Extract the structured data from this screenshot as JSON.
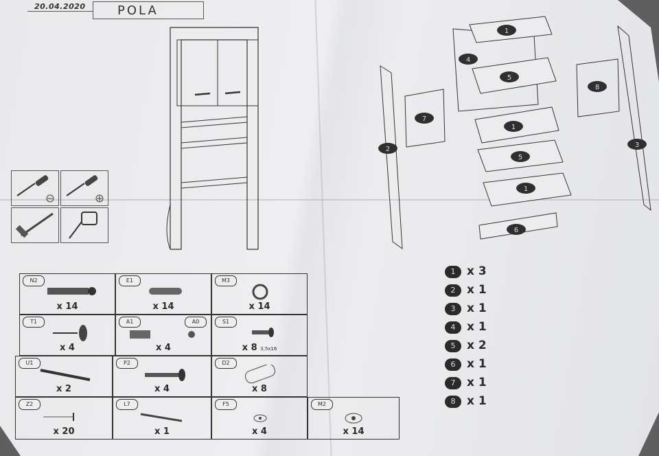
{
  "header": {
    "date": "20.04.2020",
    "title": "POLA"
  },
  "tools": [
    {
      "name": "screwdriver-minus"
    },
    {
      "name": "screwdriver-plus"
    },
    {
      "name": "hammer"
    },
    {
      "name": "tape-measure"
    }
  ],
  "parts": [
    {
      "code": "N2",
      "qty": "x 14"
    },
    {
      "code": "E1",
      "qty": "x 14"
    },
    {
      "code": "M3",
      "qty": "x 14"
    },
    {
      "code": "T1",
      "qty": "x 4"
    },
    {
      "code": "A1",
      "code2": "A0",
      "qty": "x 4"
    },
    {
      "code": "S1",
      "qty": "x 8",
      "qty_sub": "3,5x16"
    },
    {
      "code": "U1",
      "qty": "x 2"
    },
    {
      "code": "P2",
      "qty": "x 4"
    },
    {
      "code": "D2",
      "qty": "x 8"
    },
    {
      "code": "Z2",
      "qty": "x 20"
    },
    {
      "code": "L7",
      "qty": "x 1"
    },
    {
      "code": "F5",
      "qty": "x 4"
    },
    {
      "code": "M2",
      "qty": "x 14"
    }
  ],
  "panel_labels": [
    "1",
    "2",
    "3",
    "4",
    "5",
    "6",
    "7",
    "8"
  ],
  "panel_drawing_labels": {
    "p1a": "1",
    "p4": "4",
    "p5a": "5",
    "p8": "8",
    "p7": "7",
    "p2": "2",
    "p1b": "1",
    "p3": "3",
    "p5b": "5",
    "p1c": "1",
    "p6": "6"
  },
  "legend": [
    {
      "num": "1",
      "qty": "x 3"
    },
    {
      "num": "2",
      "qty": "x 1"
    },
    {
      "num": "3",
      "qty": "x 1"
    },
    {
      "num": "4",
      "qty": "x 1"
    },
    {
      "num": "5",
      "qty": "x 2"
    },
    {
      "num": "6",
      "qty": "x 1"
    },
    {
      "num": "7",
      "qty": "x 1"
    },
    {
      "num": "8",
      "qty": "x 1"
    }
  ]
}
